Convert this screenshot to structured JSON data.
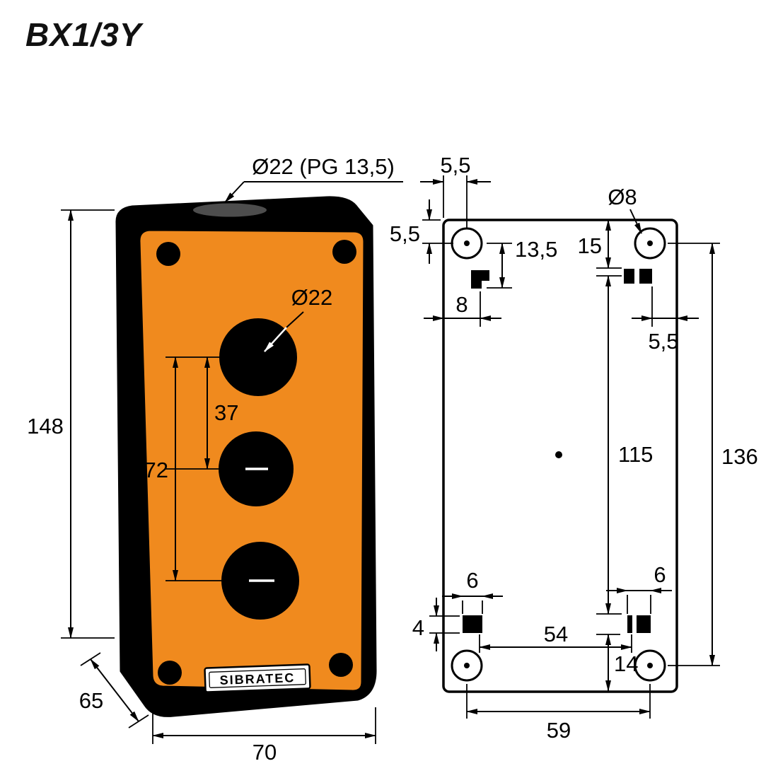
{
  "title": "BX1/3Y",
  "front_view": {
    "top_gland_label": "Ø22 (PG 13,5)",
    "button_hole_label": "Ø22",
    "brand": "SIBRATEC",
    "dims": {
      "height": "148",
      "width": "70",
      "depth": "65",
      "button_span": "72",
      "button_pitch": "37"
    }
  },
  "rear_view": {
    "mounting_hole_label": "Ø8",
    "dims": {
      "edge_to_hole_x": "5,5",
      "edge_to_hole_y": "5,5",
      "hole_to_slot": "13,5",
      "edge_to_slot_top": "15",
      "edge_to_slot_left": "8",
      "slot_to_edge_right": "5,5",
      "slot_span_vertical": "115",
      "hole_span_vertical": "136",
      "slot_width_left": "6",
      "slot_width_right": "6",
      "slot_height": "4",
      "slot_span_horizontal": "54",
      "slot_to_edge_bottom": "14",
      "hole_span_horizontal": "59"
    }
  },
  "colors": {
    "enclosure_orange": "#F08A1E",
    "line": "#000000"
  }
}
